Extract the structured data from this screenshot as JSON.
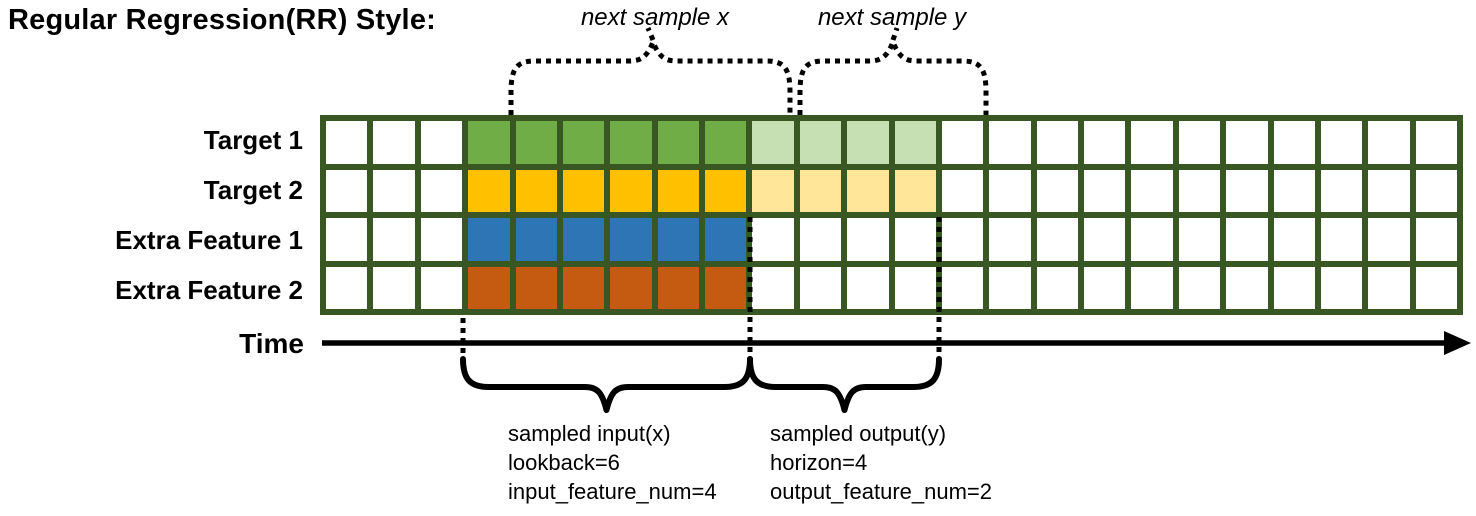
{
  "title": "Regular Regression(RR) Style:",
  "top_annotations": {
    "next_sample_x": "next sample x",
    "next_sample_y": "next sample y"
  },
  "time_axis": {
    "label": "Time"
  },
  "grid": {
    "columns": 24,
    "sample_start_col": 4,
    "lookback": 6,
    "horizon": 4,
    "border_color": "#385723",
    "rows": [
      {
        "label": "Target 1",
        "solid": "#70AD47",
        "light": "#C6E0B4"
      },
      {
        "label": "Target 2",
        "solid": "#FFC000",
        "light": "#FFE699"
      },
      {
        "label": "Extra Feature 1",
        "solid": "#2E75B6",
        "light": null
      },
      {
        "label": "Extra Feature 2",
        "solid": "#C55A11",
        "light": null
      }
    ]
  },
  "bottom_annotations": {
    "input": {
      "lines": [
        "sampled input(x)",
        "lookback=6",
        "input_feature_num=4"
      ]
    },
    "output": {
      "lines": [
        "sampled output(y)",
        "horizon=4",
        "output_feature_num=2"
      ]
    }
  },
  "colors": {
    "ink": "#000000",
    "grid_border": "#385723"
  }
}
